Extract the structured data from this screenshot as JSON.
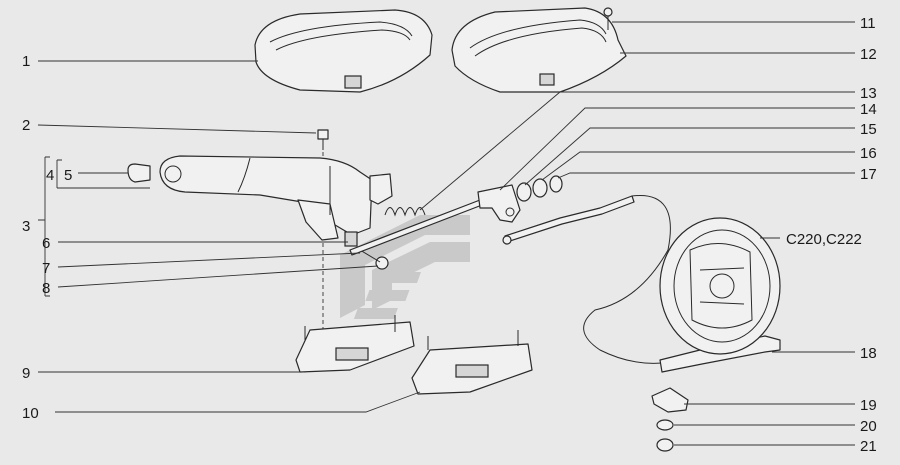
{
  "callouts": {
    "c1": "1",
    "c2": "2",
    "c3": "3",
    "c4": "4",
    "c5": "5",
    "c6": "6",
    "c7": "7",
    "c8": "8",
    "c9": "9",
    "c10": "10",
    "c11": "11",
    "c12": "12",
    "c13": "13",
    "c14": "14",
    "c15": "15",
    "c16": "16",
    "c17": "17",
    "c18": "18",
    "c19": "19",
    "c20": "20",
    "c21": "21",
    "model": "C220,C222"
  },
  "colors": {
    "background": "#e9e9e9",
    "line": "#2a2a2a",
    "watermark": "#c9c9c9"
  }
}
